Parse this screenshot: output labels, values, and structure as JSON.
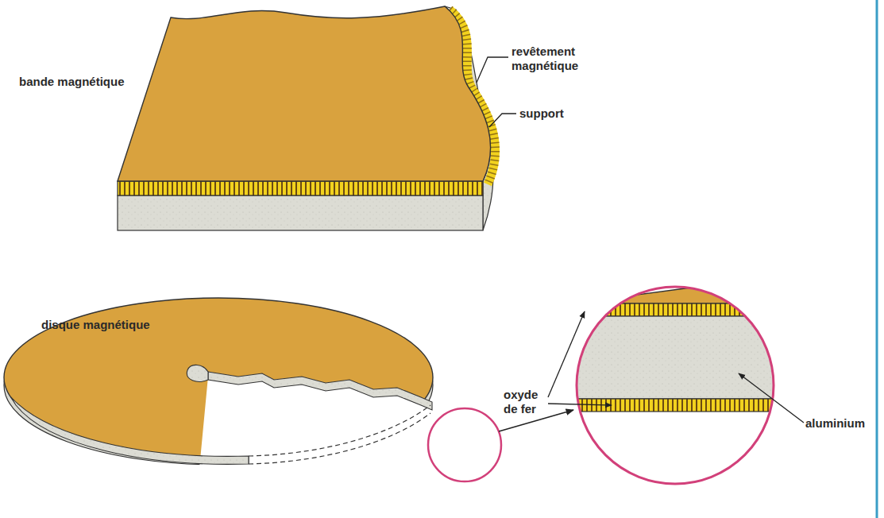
{
  "diagram": {
    "labels": [
      "bande magnétique",
      "revêtement magnétique",
      "support",
      "disque magnétique",
      "oxyde de fer",
      "aluminium"
    ]
  }
}
